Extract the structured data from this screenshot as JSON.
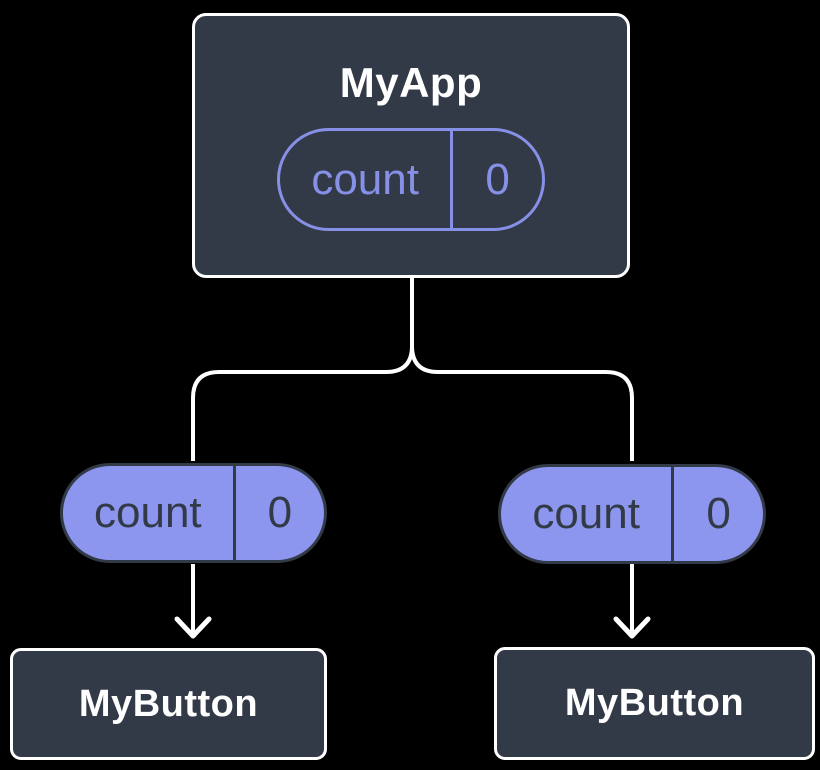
{
  "diagram": {
    "root_component": {
      "title": "MyApp",
      "state_pill": {
        "label": "count",
        "value": "0"
      }
    },
    "prop_pills": [
      {
        "label": "count",
        "value": "0"
      },
      {
        "label": "count",
        "value": "0"
      }
    ],
    "child_components": [
      {
        "title": "MyButton"
      },
      {
        "title": "MyButton"
      }
    ],
    "colors": {
      "background": "#000000",
      "card_fill": "#333A47",
      "card_border": "#FFFFFF",
      "pill_fill": "#8C96EE",
      "pill_outline": "#8690E6",
      "pill_text_dark": "#333A47",
      "connector": "#FFFFFF"
    }
  }
}
